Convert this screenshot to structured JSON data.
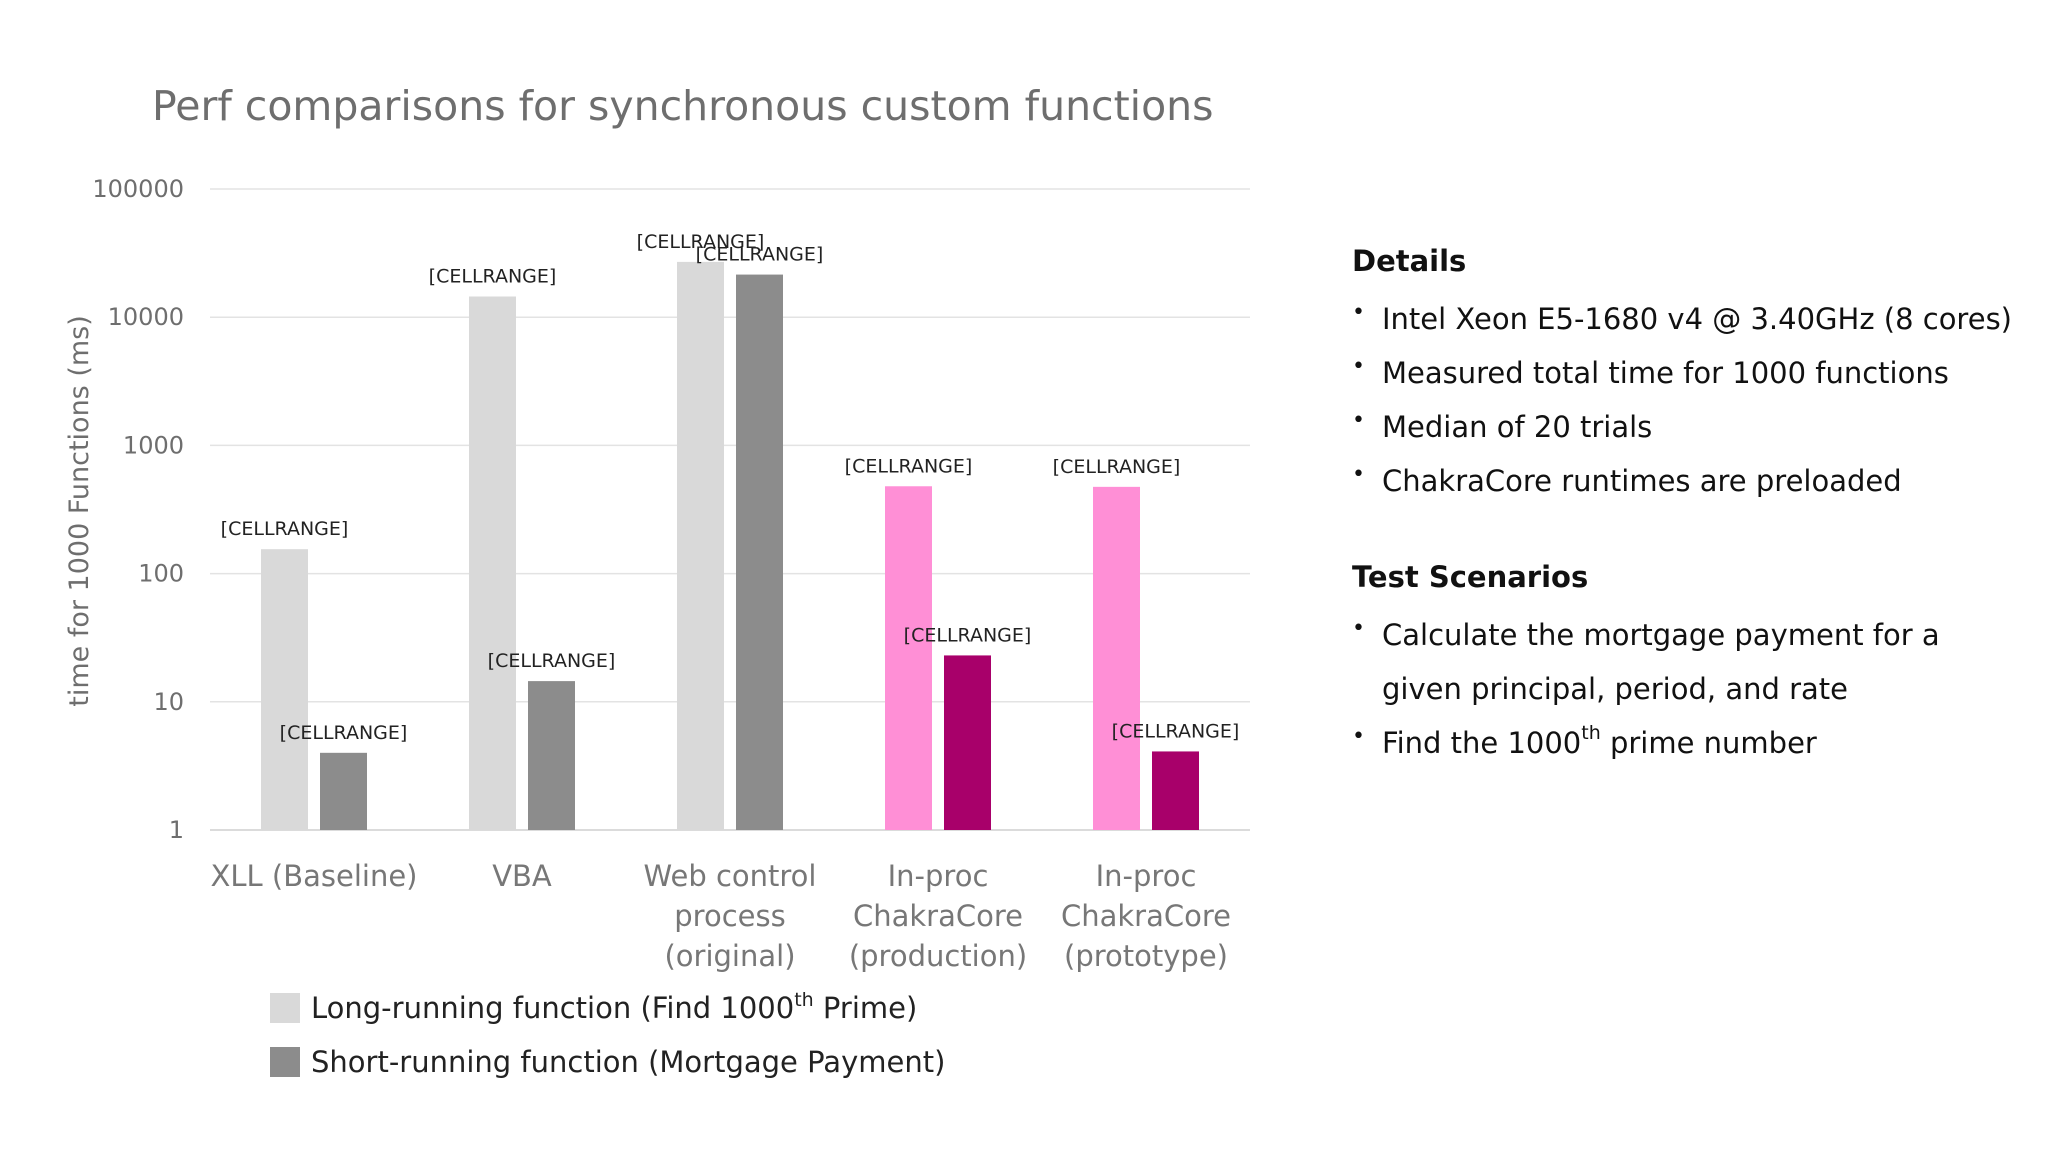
{
  "chart_data": {
    "type": "bar",
    "title": "Perf comparisons for synchronous custom functions",
    "ylabel": "time for 1000 Functions (ms)",
    "yscale": "log",
    "ylim": [
      1,
      100000
    ],
    "yticks": [
      "1",
      "10",
      "100",
      "1000",
      "10000",
      "100000"
    ],
    "grid": true,
    "categories": [
      [
        "XLL (Baseline)"
      ],
      [
        "VBA"
      ],
      [
        "Web control",
        "process",
        "(original)"
      ],
      [
        "In-proc",
        "ChakraCore",
        "(production)"
      ],
      [
        "In-proc",
        "ChakraCore",
        "(prototype)"
      ]
    ],
    "series": [
      {
        "name": "Long-running function (Find 1000th Prime)",
        "values": [
          155,
          14500,
          27000,
          480,
          475
        ],
        "colors": [
          "#d9d9d9",
          "#d9d9d9",
          "#d9d9d9",
          "#ff8fd6",
          "#ff8fd6"
        ],
        "data_labels": [
          "[CELLRANGE]",
          "[CELLRANGE]",
          "[CELLRANGE]",
          "[CELLRANGE]",
          "[CELLRANGE]"
        ]
      },
      {
        "name": "Short-running function (Mortgage Payment)",
        "values": [
          4,
          14.5,
          21500,
          23,
          4.1
        ],
        "colors": [
          "#8c8c8c",
          "#8c8c8c",
          "#8c8c8c",
          "#a8006a",
          "#a8006a"
        ],
        "data_labels": [
          "[CELLRANGE]",
          "[CELLRANGE]",
          "[CELLRANGE]",
          "[CELLRANGE]",
          "[CELLRANGE]"
        ]
      }
    ],
    "legend": {
      "placement": "bottom-left",
      "items": [
        {
          "pre": "Long-running function (Find 1000",
          "sup": "th",
          "post": " Prime)",
          "color": "#d9d9d9"
        },
        {
          "pre": "Short-running function (Mortgage Payment)",
          "sup": "",
          "post": "",
          "color": "#8c8c8c"
        }
      ]
    }
  },
  "details": {
    "heading": "Details",
    "items": [
      "Intel Xeon E5-1680 v4 @ 3.40GHz (8 cores)",
      "Measured total time for 1000 functions",
      "Median of 20 trials",
      "ChakraCore runtimes are preloaded"
    ]
  },
  "scenarios": {
    "heading": "Test Scenarios",
    "item1": "Calculate the mortgage payment for a given principal, period, and rate",
    "item2_pre": "Find the 1000",
    "item2_sup": "th",
    "item2_post": " prime number"
  }
}
